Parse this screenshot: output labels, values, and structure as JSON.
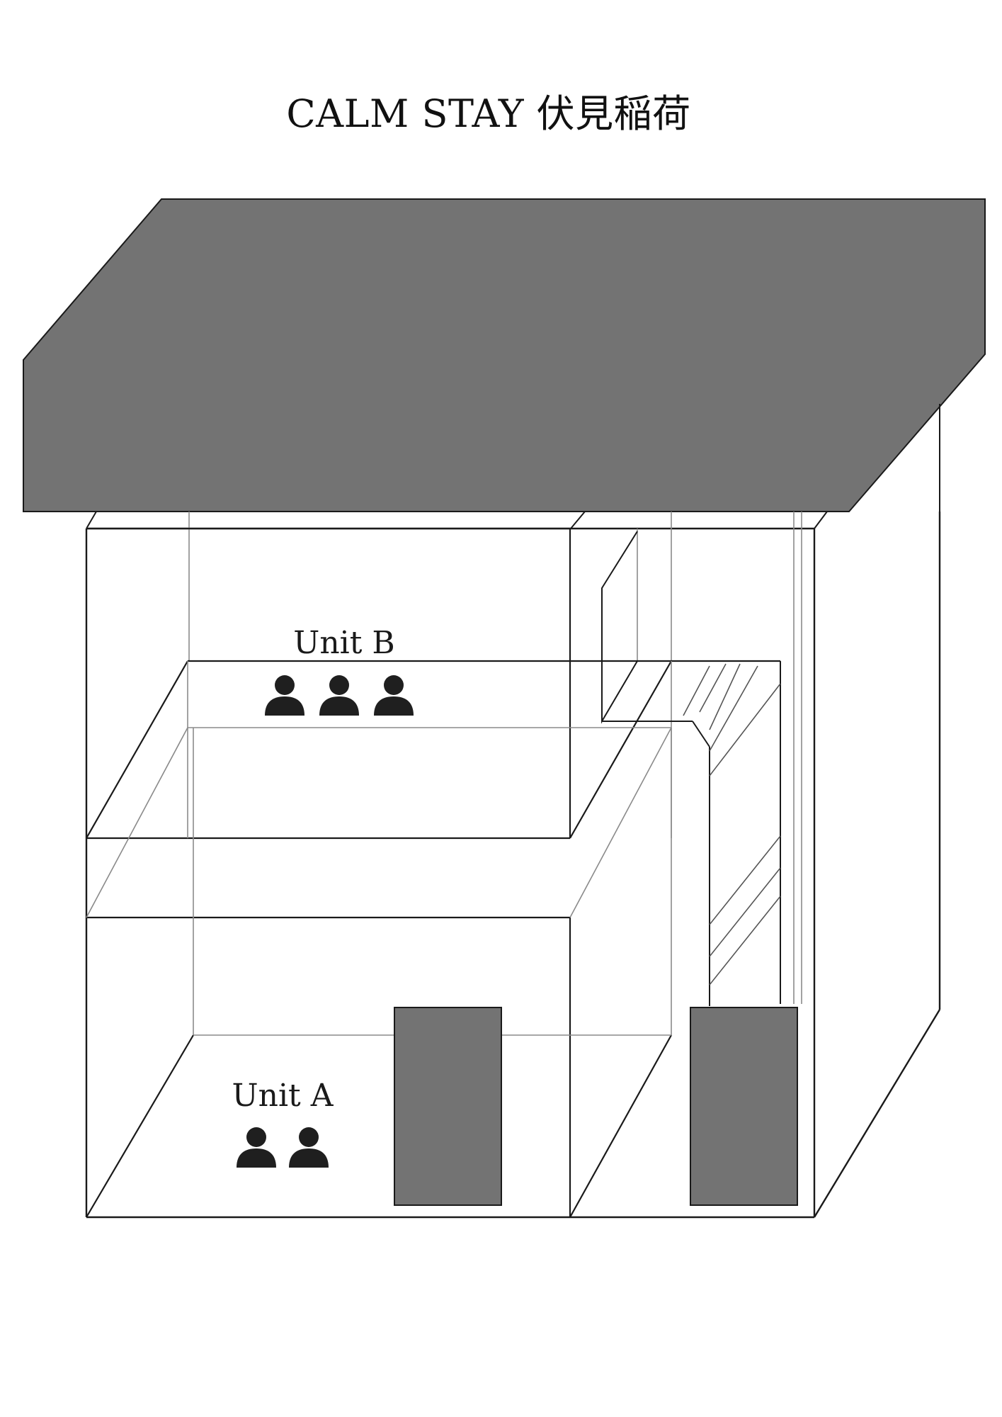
{
  "title": "CALM STAY 伏見稲荷",
  "units": [
    {
      "id": "unit-b",
      "label": "Unit B",
      "guests": 3
    },
    {
      "id": "unit-a",
      "label": "Unit A",
      "guests": 2
    }
  ],
  "colors": {
    "roof": "#737373",
    "doors": "#737373",
    "person_icon": "#1f1f1f",
    "lines": "#1a1a1a",
    "thin_lines": "#8a8a8a"
  },
  "icons": {
    "guest": "person-icon"
  }
}
